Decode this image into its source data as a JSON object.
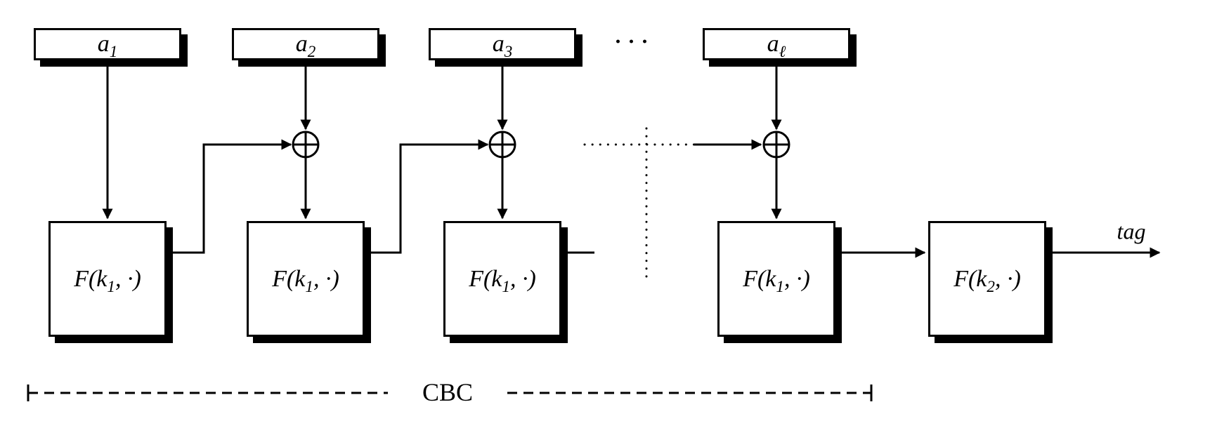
{
  "diagram": {
    "message_blocks": [
      {
        "base": "a",
        "sub": "1"
      },
      {
        "base": "a",
        "sub": "2"
      },
      {
        "base": "a",
        "sub": "3"
      },
      {
        "base": "a",
        "sub": "ℓ"
      }
    ],
    "ellipsis": "···",
    "f_blocks": [
      {
        "pre": "F(k",
        "sub": "1",
        "post": ", ·)"
      },
      {
        "pre": "F(k",
        "sub": "1",
        "post": ", ·)"
      },
      {
        "pre": "F(k",
        "sub": "1",
        "post": ", ·)"
      },
      {
        "pre": "F(k",
        "sub": "1",
        "post": ", ·)"
      },
      {
        "pre": "F(k",
        "sub": "2",
        "post": ", ·)"
      }
    ],
    "output_label": "tag",
    "bracket_label": "CBC",
    "colors": {
      "line": "#000000",
      "box_fill": "#ffffff",
      "background": "#ffffff"
    }
  }
}
